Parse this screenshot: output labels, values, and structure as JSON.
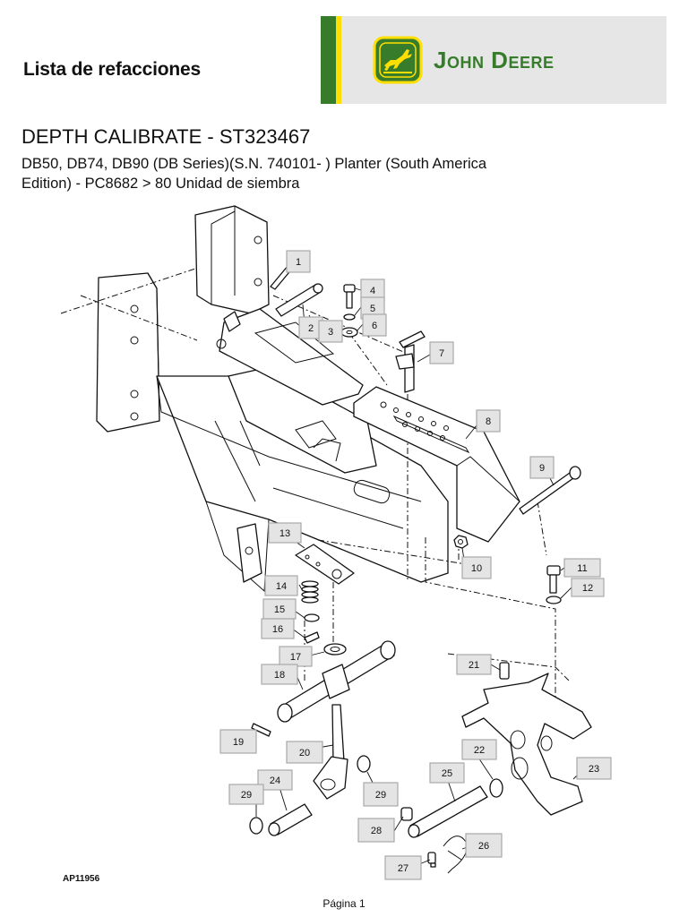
{
  "header": {
    "heading": "Lista de refacciones",
    "brand_name": "John Deere"
  },
  "document": {
    "title": "DEPTH CALIBRATE - ST323467",
    "subtitle": "DB50, DB74, DB90 (DB Series)(S.N. 740101- ) Planter (South America Edition) - PC8682 > 80 Unidad de siembra"
  },
  "diagram": {
    "reference_code": "AP11956",
    "callouts": [
      "1",
      "2",
      "3",
      "4",
      "5",
      "6",
      "7",
      "8",
      "9",
      "10",
      "11",
      "12",
      "13",
      "14",
      "15",
      "16",
      "17",
      "18",
      "19",
      "20",
      "21",
      "22",
      "23",
      "24",
      "25",
      "26",
      "27",
      "28",
      "29",
      "29"
    ]
  },
  "footer": {
    "page_label": "Página 1"
  },
  "colors": {
    "brand_green": "#367c2b",
    "brand_yellow": "#ffde00",
    "callout_fill": "#e4e4e4"
  },
  "icons": {
    "logo": "leaping-deer-logo-icon"
  }
}
